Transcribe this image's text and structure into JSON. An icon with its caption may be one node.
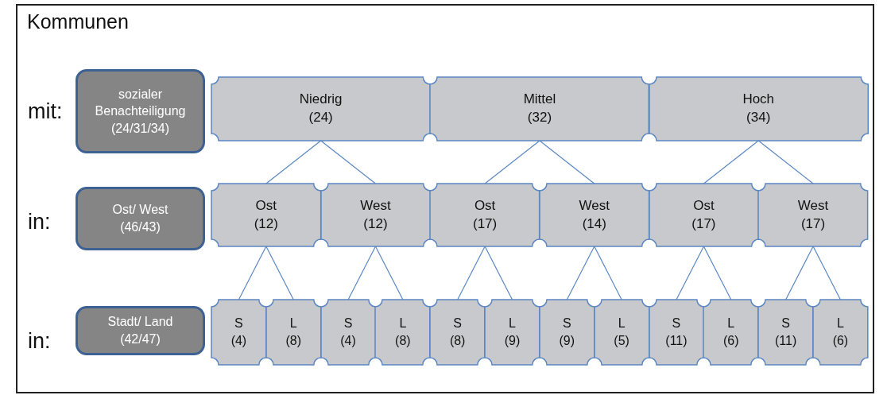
{
  "diagram": {
    "nodes": [
      {
        "text": [
          "Kommunen"
        ]
      },
      {
        "text": [
          "sozialer Benachteiligung (24/31/34)"
        ],
        "in": 0
      },
      {
        "text": [
          "Niedrig (24)"
        ],
        "in": 0
      },
      {
        "text": [
          "Mittel (32)"
        ],
        "in": 0
      },
      {
        "text": [
          "Hoch (34)"
        ],
        "in": 0
      },
      {
        "text": [
          "Ost/ West (46/43)"
        ],
        "in": 0
      },
      {
        "text": [
          "Ost (12)"
        ],
        "in": 0
      },
      {
        "text": [
          "West (12)"
        ],
        "in": 0
      },
      {
        "text": [
          "Ost (17)"
        ],
        "in": 0
      },
      {
        "text": [
          "West (14)"
        ],
        "in": 0
      },
      {
        "text": [
          "Ost (17)"
        ],
        "in": 0
      },
      {
        "text": [
          "West (17)"
        ],
        "in": 0
      },
      {
        "text": [
          "Stadt/ Land (42/47)"
        ],
        "in": 0
      },
      {
        "text": [
          "S (4)"
        ],
        "in": 0
      },
      {
        "text": [
          "L (8)"
        ],
        "in": 0
      },
      {
        "text": [
          "S (4)"
        ],
        "in": 0
      },
      {
        "text": [
          "L (8)"
        ],
        "in": 0
      },
      {
        "text": [
          "S (8)"
        ],
        "in": 0
      },
      {
        "text": [
          "L (9)"
        ],
        "in": 0
      },
      {
        "text": [
          "S (9)"
        ],
        "in": 0
      },
      {
        "text": [
          "L (5)"
        ],
        "in": 0
      },
      {
        "text": [
          "S (11)"
        ],
        "in": 0
      },
      {
        "text": [
          "L (6)"
        ],
        "in": 0
      },
      {
        "text": [
          "S (11)"
        ],
        "in": 0
      },
      {
        "text": [
          "L (6)"
        ],
        "in": 0
      }
    ],
    "edges": [
      {
        "from": 2,
        "to": 6,
        "arrow": "none"
      },
      {
        "from": 2,
        "to": 7,
        "arrow": "none"
      },
      {
        "from": 3,
        "to": 8,
        "arrow": "none"
      },
      {
        "from": 3,
        "to": 9,
        "arrow": "none"
      },
      {
        "from": 4,
        "to": 10,
        "arrow": "none"
      },
      {
        "from": 4,
        "to": 11,
        "arrow": "none"
      },
      {
        "from": 6,
        "to": 13,
        "arrow": "none"
      },
      {
        "from": 6,
        "to": 14,
        "arrow": "none"
      },
      {
        "from": 7,
        "to": 15,
        "arrow": "none"
      },
      {
        "from": 7,
        "to": 16,
        "arrow": "none"
      },
      {
        "from": 8,
        "to": 17,
        "arrow": "none"
      },
      {
        "from": 8,
        "to": 18,
        "arrow": "none"
      },
      {
        "from": 9,
        "to": 19,
        "arrow": "none"
      },
      {
        "from": 9,
        "to": 20,
        "arrow": "none"
      },
      {
        "from": 10,
        "to": 21,
        "arrow": "none"
      },
      {
        "from": 10,
        "to": 22,
        "arrow": "none"
      },
      {
        "from": 11,
        "to": 23,
        "arrow": "none"
      },
      {
        "from": 11,
        "to": 24,
        "arrow": "none"
      }
    ],
    "labels": [
      "mit:",
      "in:",
      "in:"
    ]
  }
}
